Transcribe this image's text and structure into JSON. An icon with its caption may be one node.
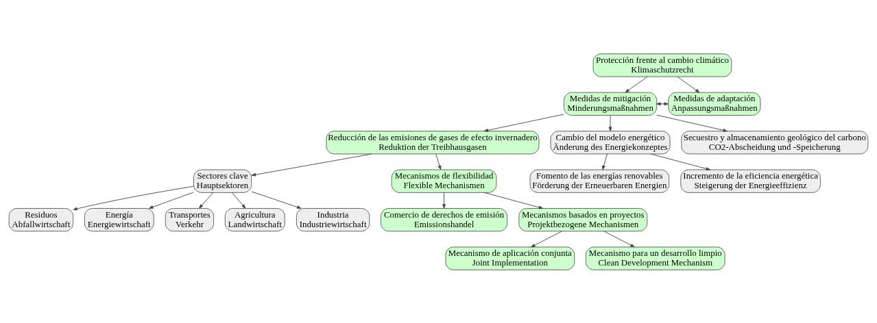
{
  "diagram": {
    "nodes": [
      {
        "text": [
          "Protección frente al cambio climático",
          "Klimaschutzrecht"
        ]
      },
      {
        "text": [
          "Medidas de mitigación",
          "Minderungsmaßnahmen"
        ]
      },
      {
        "text": [
          "Medidas de adaptación",
          "Anpassungsmaßnahmen"
        ]
      },
      {
        "text": [
          "Sectores clave",
          "Hauptsektoren"
        ]
      },
      {
        "text": [
          "Residuos",
          "Abfallwirtschaft"
        ]
      },
      {
        "text": [
          "Energía",
          "Energiewirtschaft"
        ]
      },
      {
        "text": [
          "Transportes",
          "Verkehr"
        ]
      },
      {
        "text": [
          "Agricultura",
          "Landwirtschaft"
        ]
      },
      {
        "text": [
          "Industria",
          "Industriewirtschaft"
        ]
      },
      {
        "text": [
          "Reducción de las emisiones de gases de efecto invernadero",
          "Reduktion der Treibhausgasen"
        ]
      },
      {
        "text": [
          "Cambio del modelo energético",
          "Änderung des Energiekonzeptes"
        ]
      },
      {
        "text": [
          "Secuestro y almacenamiento geológico del carbono",
          "CO2-Abscheidung und -Speicherung"
        ]
      },
      {
        "text": [
          "Mecanismos de flexibilidad",
          "Flexible Mechanismen"
        ]
      },
      {
        "text": [
          "Fomento de las energías renovables",
          "Förderung der Erneuerbaren Energien"
        ]
      },
      {
        "text": [
          "Incremento de la eficiencia energética",
          "Steigerung der Energieeffizienz"
        ]
      },
      {
        "text": [
          "Comercio de derechos de emisión",
          "Emissionshandel"
        ]
      },
      {
        "text": [
          "Mecanismos basados en proyectos",
          "Projektbezogene Mechanismen"
        ]
      },
      {
        "text": [
          "Mecanismo de aplicación conjunta",
          "Joint Implementation"
        ]
      },
      {
        "text": [
          "Mecanismo para un desarrollo limpio",
          "Clean Development Mechanism"
        ]
      }
    ],
    "edges": [
      {
        "from": 0,
        "to": 1,
        "arrow": "to"
      },
      {
        "from": 0,
        "to": 2,
        "arrow": "to"
      },
      {
        "from": 1,
        "to": 2,
        "arrow": "both"
      },
      {
        "from": 1,
        "to": 9,
        "arrow": "to"
      },
      {
        "from": 1,
        "to": 10,
        "arrow": "to"
      },
      {
        "from": 1,
        "to": 11,
        "arrow": "to"
      },
      {
        "from": 9,
        "to": 3,
        "arrow": "to"
      },
      {
        "from": 3,
        "to": 4,
        "arrow": "to"
      },
      {
        "from": 3,
        "to": 5,
        "arrow": "to"
      },
      {
        "from": 3,
        "to": 6,
        "arrow": "to"
      },
      {
        "from": 3,
        "to": 7,
        "arrow": "to"
      },
      {
        "from": 3,
        "to": 8,
        "arrow": "to"
      },
      {
        "from": 9,
        "to": 12,
        "arrow": "to"
      },
      {
        "from": 10,
        "to": 13,
        "arrow": "to"
      },
      {
        "from": 10,
        "to": 14,
        "arrow": "to"
      },
      {
        "from": 12,
        "to": 15,
        "arrow": "to"
      },
      {
        "from": 12,
        "to": 16,
        "arrow": "to"
      },
      {
        "from": 16,
        "to": 17,
        "arrow": "to"
      },
      {
        "from": 16,
        "to": 18,
        "arrow": "to"
      }
    ]
  }
}
